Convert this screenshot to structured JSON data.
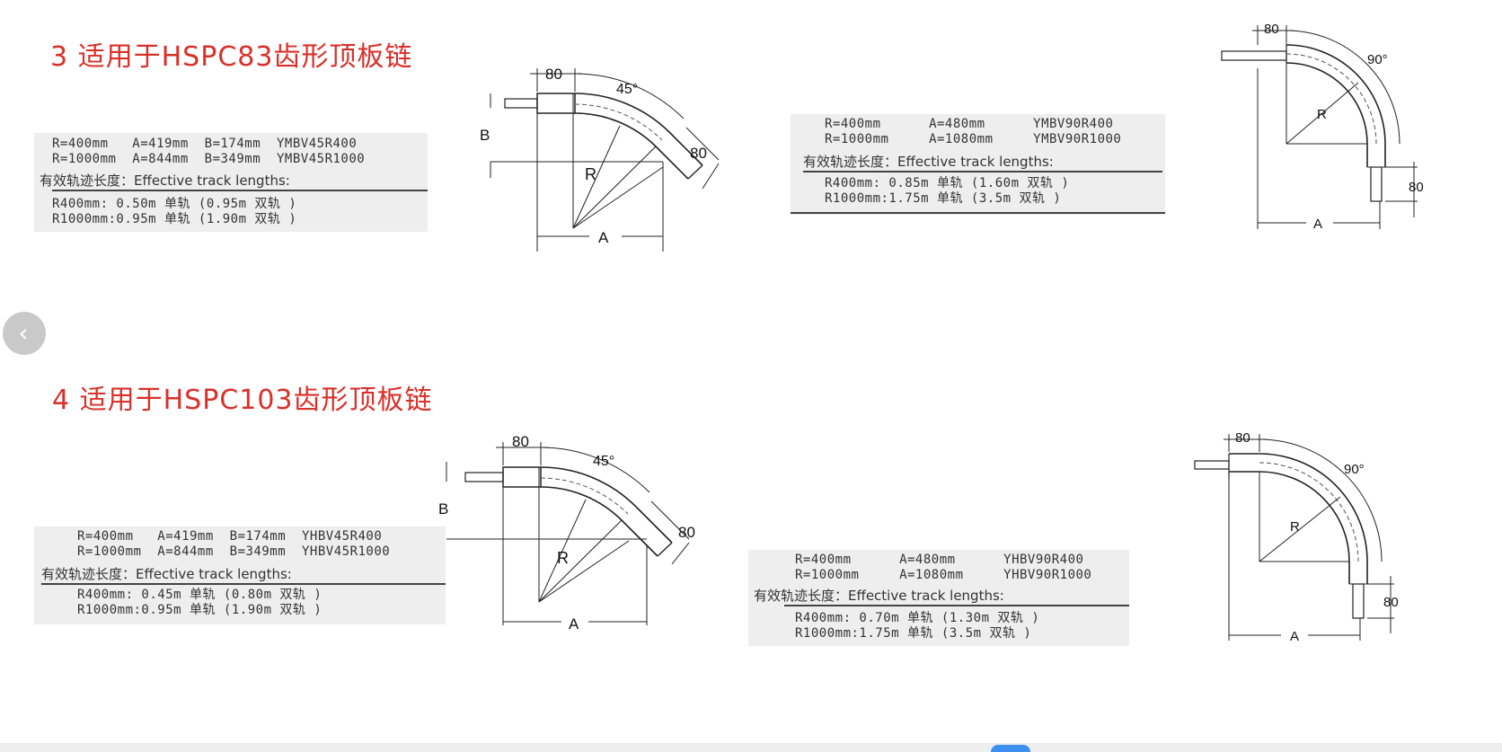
{
  "section3": {
    "heading": "3 适用于HSPC83齿形顶板链",
    "spec45": {
      "row1": "R=400mm   A=419mm  B=174mm  YMBV45R400",
      "row2": "R=1000mm  A=844mm  B=349mm  YMBV45R1000",
      "label": "有效轨迹长度：Effective track lengths:",
      "len1": "R400mm: 0.50m 单轨 (0.95m 双轨 )",
      "len2": "R1000mm:0.95m 单轨 (1.90m 双轨 )"
    },
    "diagram45": {
      "dim80a": "80",
      "angle": "45°",
      "dim80b": "80",
      "B": "B",
      "R": "R",
      "A": "A"
    },
    "spec90": {
      "row1": "R=400mm      A=480mm      YMBV90R400",
      "row2": "R=1000mm     A=1080mm     YMBV90R1000",
      "label": "有效轨迹长度：Effective track lengths:",
      "len1": "R400mm: 0.85m 单轨 (1.60m 双轨 )",
      "len2": "R1000mm:1.75m 单轨 (3.5m 双轨 )"
    },
    "diagram90": {
      "dim80a": "80",
      "angle": "90°",
      "dim80b": "80",
      "R": "R",
      "A": "A"
    }
  },
  "section4": {
    "heading": "4 适用于HSPC103齿形顶板链",
    "spec45": {
      "row1": "R=400mm   A=419mm  B=174mm  YHBV45R400",
      "row2": "R=1000mm  A=844mm  B=349mm  YHBV45R1000",
      "label": "有效轨迹长度：Effective track lengths:",
      "len1": "R400mm: 0.45m 单轨 (0.80m 双轨 )",
      "len2": "R1000mm:0.95m 单轨 (1.90m 双轨 )"
    },
    "diagram45": {
      "dim80a": "80",
      "angle": "45°",
      "dim80b": "80",
      "B": "B",
      "R": "R",
      "A": "A"
    },
    "spec90": {
      "row1": "R=400mm      A=480mm      YHBV90R400",
      "row2": "R=1000mm     A=1080mm     YHBV90R1000",
      "label": "有效轨迹长度：Effective track lengths:",
      "len1": "R400mm: 0.70m 单轨 (1.30m 双轨 )",
      "len2": "R1000mm:1.75m 单轨 (3.5m 双轨 )"
    },
    "diagram90": {
      "dim80a": "80",
      "angle": "90°",
      "dim80b": "80",
      "R": "R",
      "A": "A"
    }
  },
  "navigation": {
    "prev_icon": "chevron-left-icon",
    "prev_glyph": "‹"
  },
  "colors": {
    "heading": "#d9302a",
    "spec_background": "#eeeeee",
    "nav_button": "#c9c9c9",
    "badge": "#3d8ff0"
  }
}
